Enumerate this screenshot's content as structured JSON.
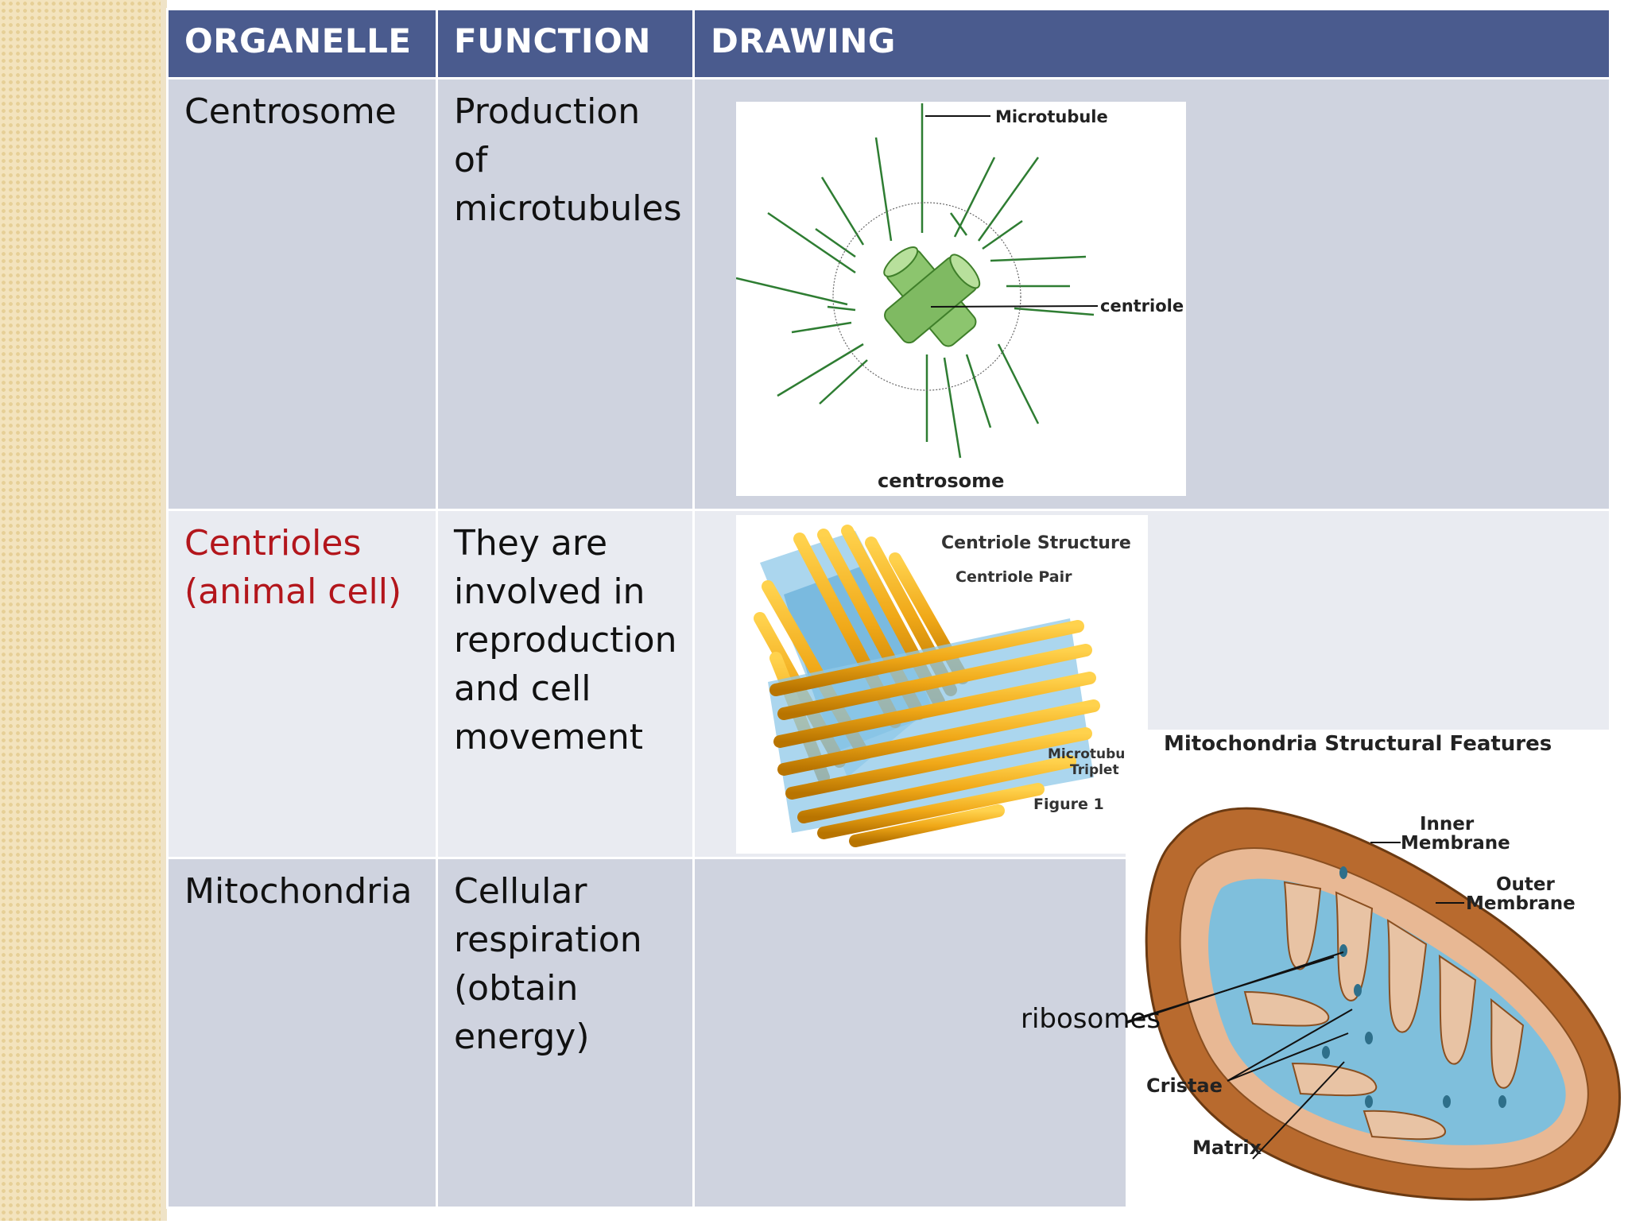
{
  "table": {
    "headers": [
      "ORGANELLE",
      "FUNCTION",
      "DRAWING"
    ],
    "rows": [
      {
        "organelle": "Centrosome",
        "function_lines": [
          "Production",
          "of",
          "microtubules"
        ]
      },
      {
        "organelle_lines": [
          "Centrioles",
          "(animal cell)"
        ],
        "function_lines": [
          "They are",
          "involved in",
          "reproduction",
          "and cell",
          "movement"
        ]
      },
      {
        "organelle": "Mitochondria",
        "function_lines": [
          "Cellular",
          "respiration",
          "(obtain",
          "energy)"
        ]
      }
    ]
  },
  "centrosome_figure": {
    "label_microtubule": "Microtubule",
    "label_centriole": "centriole",
    "label_centrosome": "centrosome"
  },
  "centriole_figure": {
    "title": "Centriole Structure",
    "subtitle": "Centriole Pair",
    "label_triplet_1": "Microtubu",
    "label_triplet_2": "Triplet",
    "caption": "Figure 1"
  },
  "mito_figure": {
    "title": "Mitochondria Structural Features",
    "label_inner_1": "Inner",
    "label_inner_2": "Membrane",
    "label_outer_1": "Outer",
    "label_outer_2": "Membrane",
    "label_cristae": "Cristae",
    "label_matrix": "Matrix",
    "label_ribosomes": "ribosomes"
  },
  "colors": {
    "header_bg": "#4a5b8e",
    "row_dark": "#cfd3df",
    "row_light": "#e9ebf1",
    "accent_red": "#b3161c",
    "microtubule_green": "#2e7d32",
    "centriole_gold": "#e8a317",
    "mito_orange": "#b86a2e",
    "matrix_blue": "#7fbfdc"
  }
}
